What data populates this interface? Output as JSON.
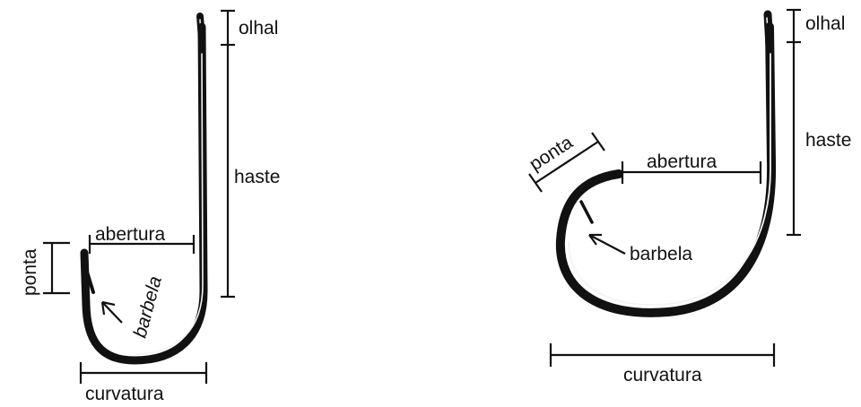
{
  "diagram": {
    "hooks": [
      {
        "id": "left",
        "labels": {
          "eye": "olhal",
          "shank": "haste",
          "gap": "abertura",
          "point": "ponta",
          "barb": "barbela",
          "bend": "curvatura"
        }
      },
      {
        "id": "right",
        "labels": {
          "eye": "olhal",
          "shank": "haste",
          "gap": "abertura",
          "point": "ponta",
          "barb": "barbela",
          "bend": "curvatura"
        }
      }
    ]
  }
}
